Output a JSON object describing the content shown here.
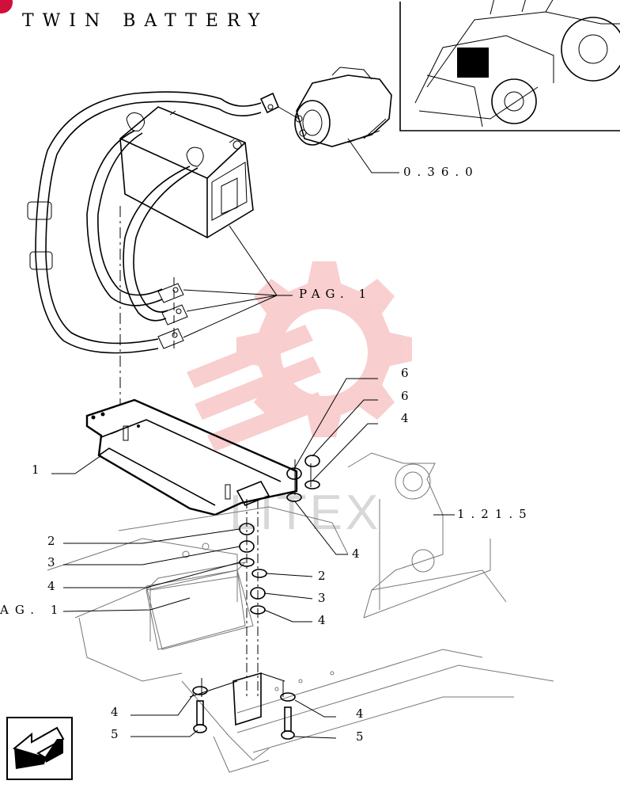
{
  "title": "TWIN BATTERY",
  "refs": {
    "starter": "0.36.0",
    "pag_top": "PAG. 1",
    "pag_left": "AG. 1",
    "frame": "1.21.5"
  },
  "callouts": {
    "c1": "1",
    "c2a": "2",
    "c2b": "2",
    "c3a": "3",
    "c3b": "3",
    "c4a": "4",
    "c4b": "4",
    "c4c": "4",
    "c4d": "4",
    "c4e": "4",
    "c4f": "4",
    "c5a": "5",
    "c5b": "5",
    "c6a": "6",
    "c6b": "6"
  },
  "watermark_text": "LITEX",
  "icons": {
    "nav": "arrow-left-down-icon",
    "corner_badge": "red-corner-badge"
  },
  "colors": {
    "watermark": "#f4a7a7",
    "line": "#000000",
    "badge": "#d0103a"
  }
}
